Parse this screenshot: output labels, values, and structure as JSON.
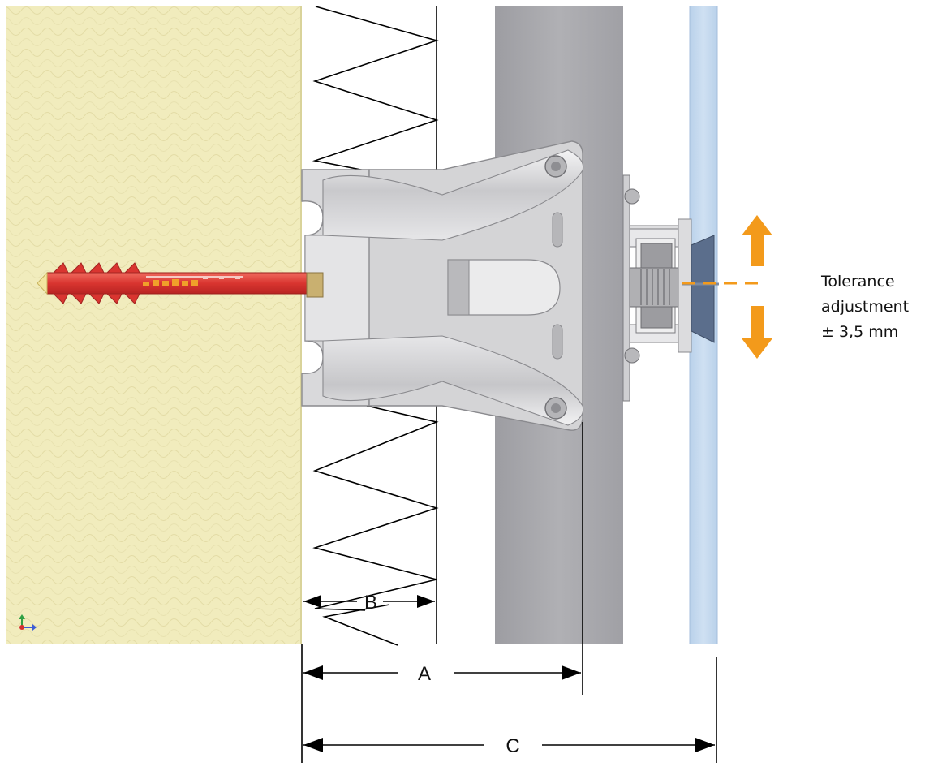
{
  "dimensions": {
    "a_label": "A",
    "b_label": "B",
    "c_label": "C"
  },
  "tolerance": {
    "line1": "Tolerance",
    "line2": "adjustment",
    "line3": "± 3,5 mm"
  },
  "colors": {
    "wall": "#f1ecb9",
    "dowel": "#e03b37",
    "bracket": "#d6d6d8",
    "profile": "#a9a9ad",
    "glass_panel": "#c5d9ee",
    "tolerance_arrows": "#f39a1b",
    "dimension_lines": "#000000"
  },
  "icons": {
    "axis_triad": "xyz-axis-icon",
    "up_arrow": "arrow-up-icon",
    "down_arrow": "arrow-down-icon"
  }
}
